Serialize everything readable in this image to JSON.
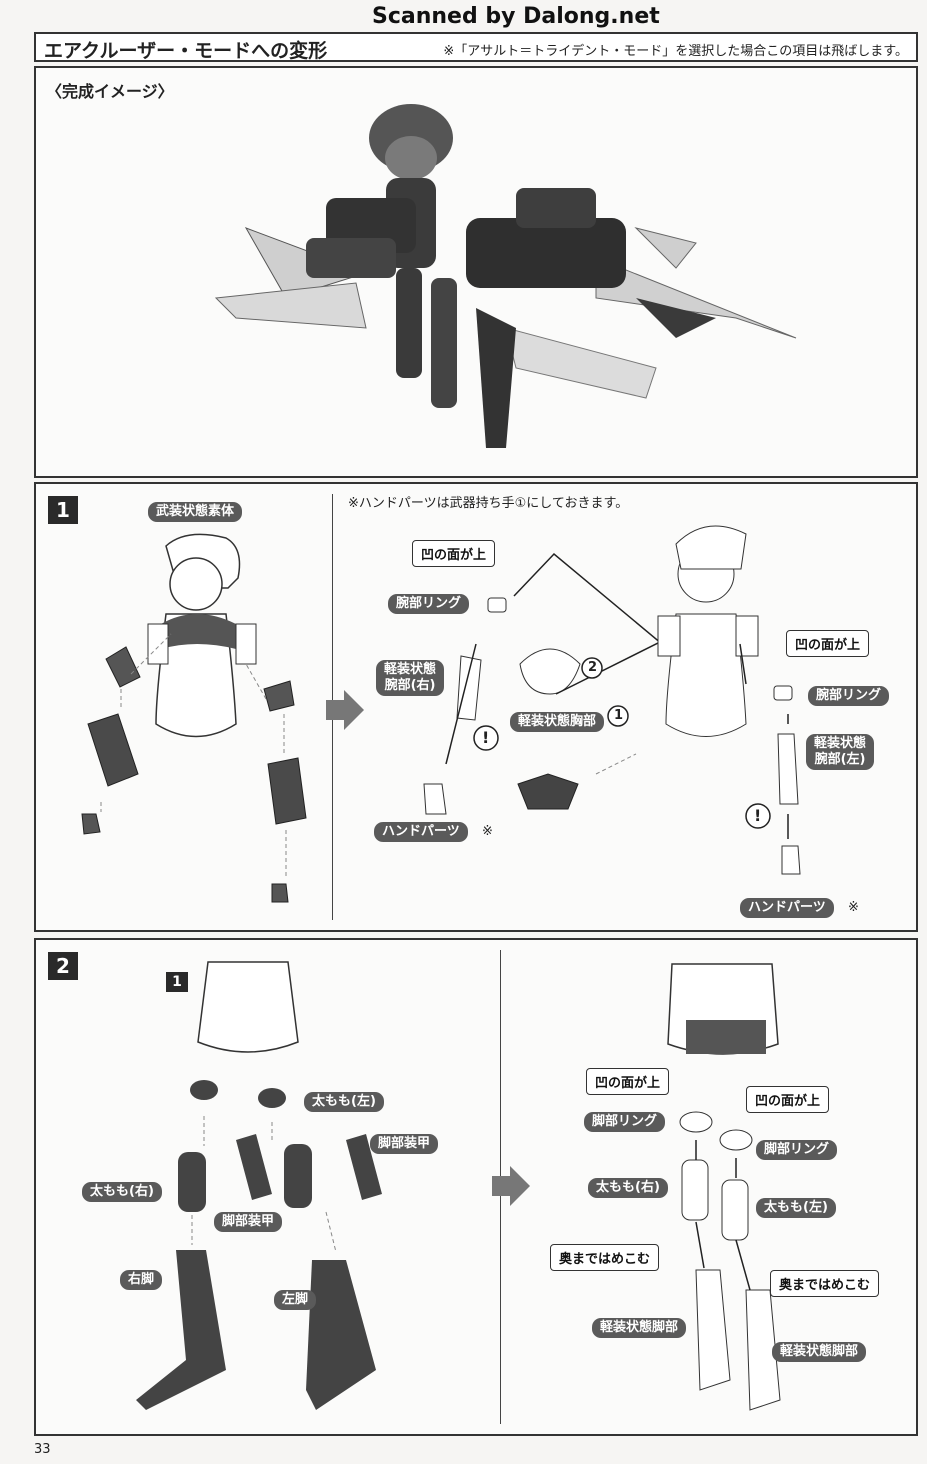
{
  "watermark": "Scanned by Dalong.net",
  "header": {
    "title": "エアクルーザー・モードへの変形",
    "note": "※「アサルト＝トライデント・モード」を選択した場合この項目は飛ばします。"
  },
  "image_section": {
    "label": "〈完成イメージ〉"
  },
  "step1": {
    "number": "1",
    "tag_body": "武装状態素体",
    "note": "※ハンドパーツは武器持ち手①にしておきます。",
    "callout_a": "凹の面が上",
    "tag_ring_r": "腕部リング",
    "tag_arm_r_l1": "軽装状態",
    "tag_arm_r_l2": "腕部(右)",
    "tag_chest": "軽装状態胸部",
    "circ1": "1",
    "circ2": "2",
    "tag_hand_r": "ハンドパーツ",
    "hand_mark": "※",
    "callout_b": "凹の面が上",
    "tag_ring_l": "腕部リング",
    "tag_arm_l_l1": "軽装状態",
    "tag_arm_l_l2": "腕部(左)",
    "tag_hand_l": "ハンドパーツ",
    "excl": "!"
  },
  "step2": {
    "number": "2",
    "sub": "1",
    "tag_thigh_l_top": "太もも(左)",
    "tag_armor_r": "脚部装甲",
    "tag_thigh_r": "太もも(右)",
    "tag_armor_l": "脚部装甲",
    "tag_leg_r": "右脚",
    "tag_leg_l": "左脚",
    "callout_a": "凹の面が上",
    "tag_ring_a": "脚部リング",
    "callout_b": "凹の面が上",
    "tag_ring_b": "脚部リング",
    "tag_thigh_r2": "太もも(右)",
    "tag_thigh_l2": "太もも(左)",
    "callout_c": "奥まではめこむ",
    "callout_d": "奥まではめこむ",
    "tag_light_leg_a": "軽装状態脚部",
    "tag_light_leg_b": "軽装状態脚部"
  },
  "page_number": "33"
}
